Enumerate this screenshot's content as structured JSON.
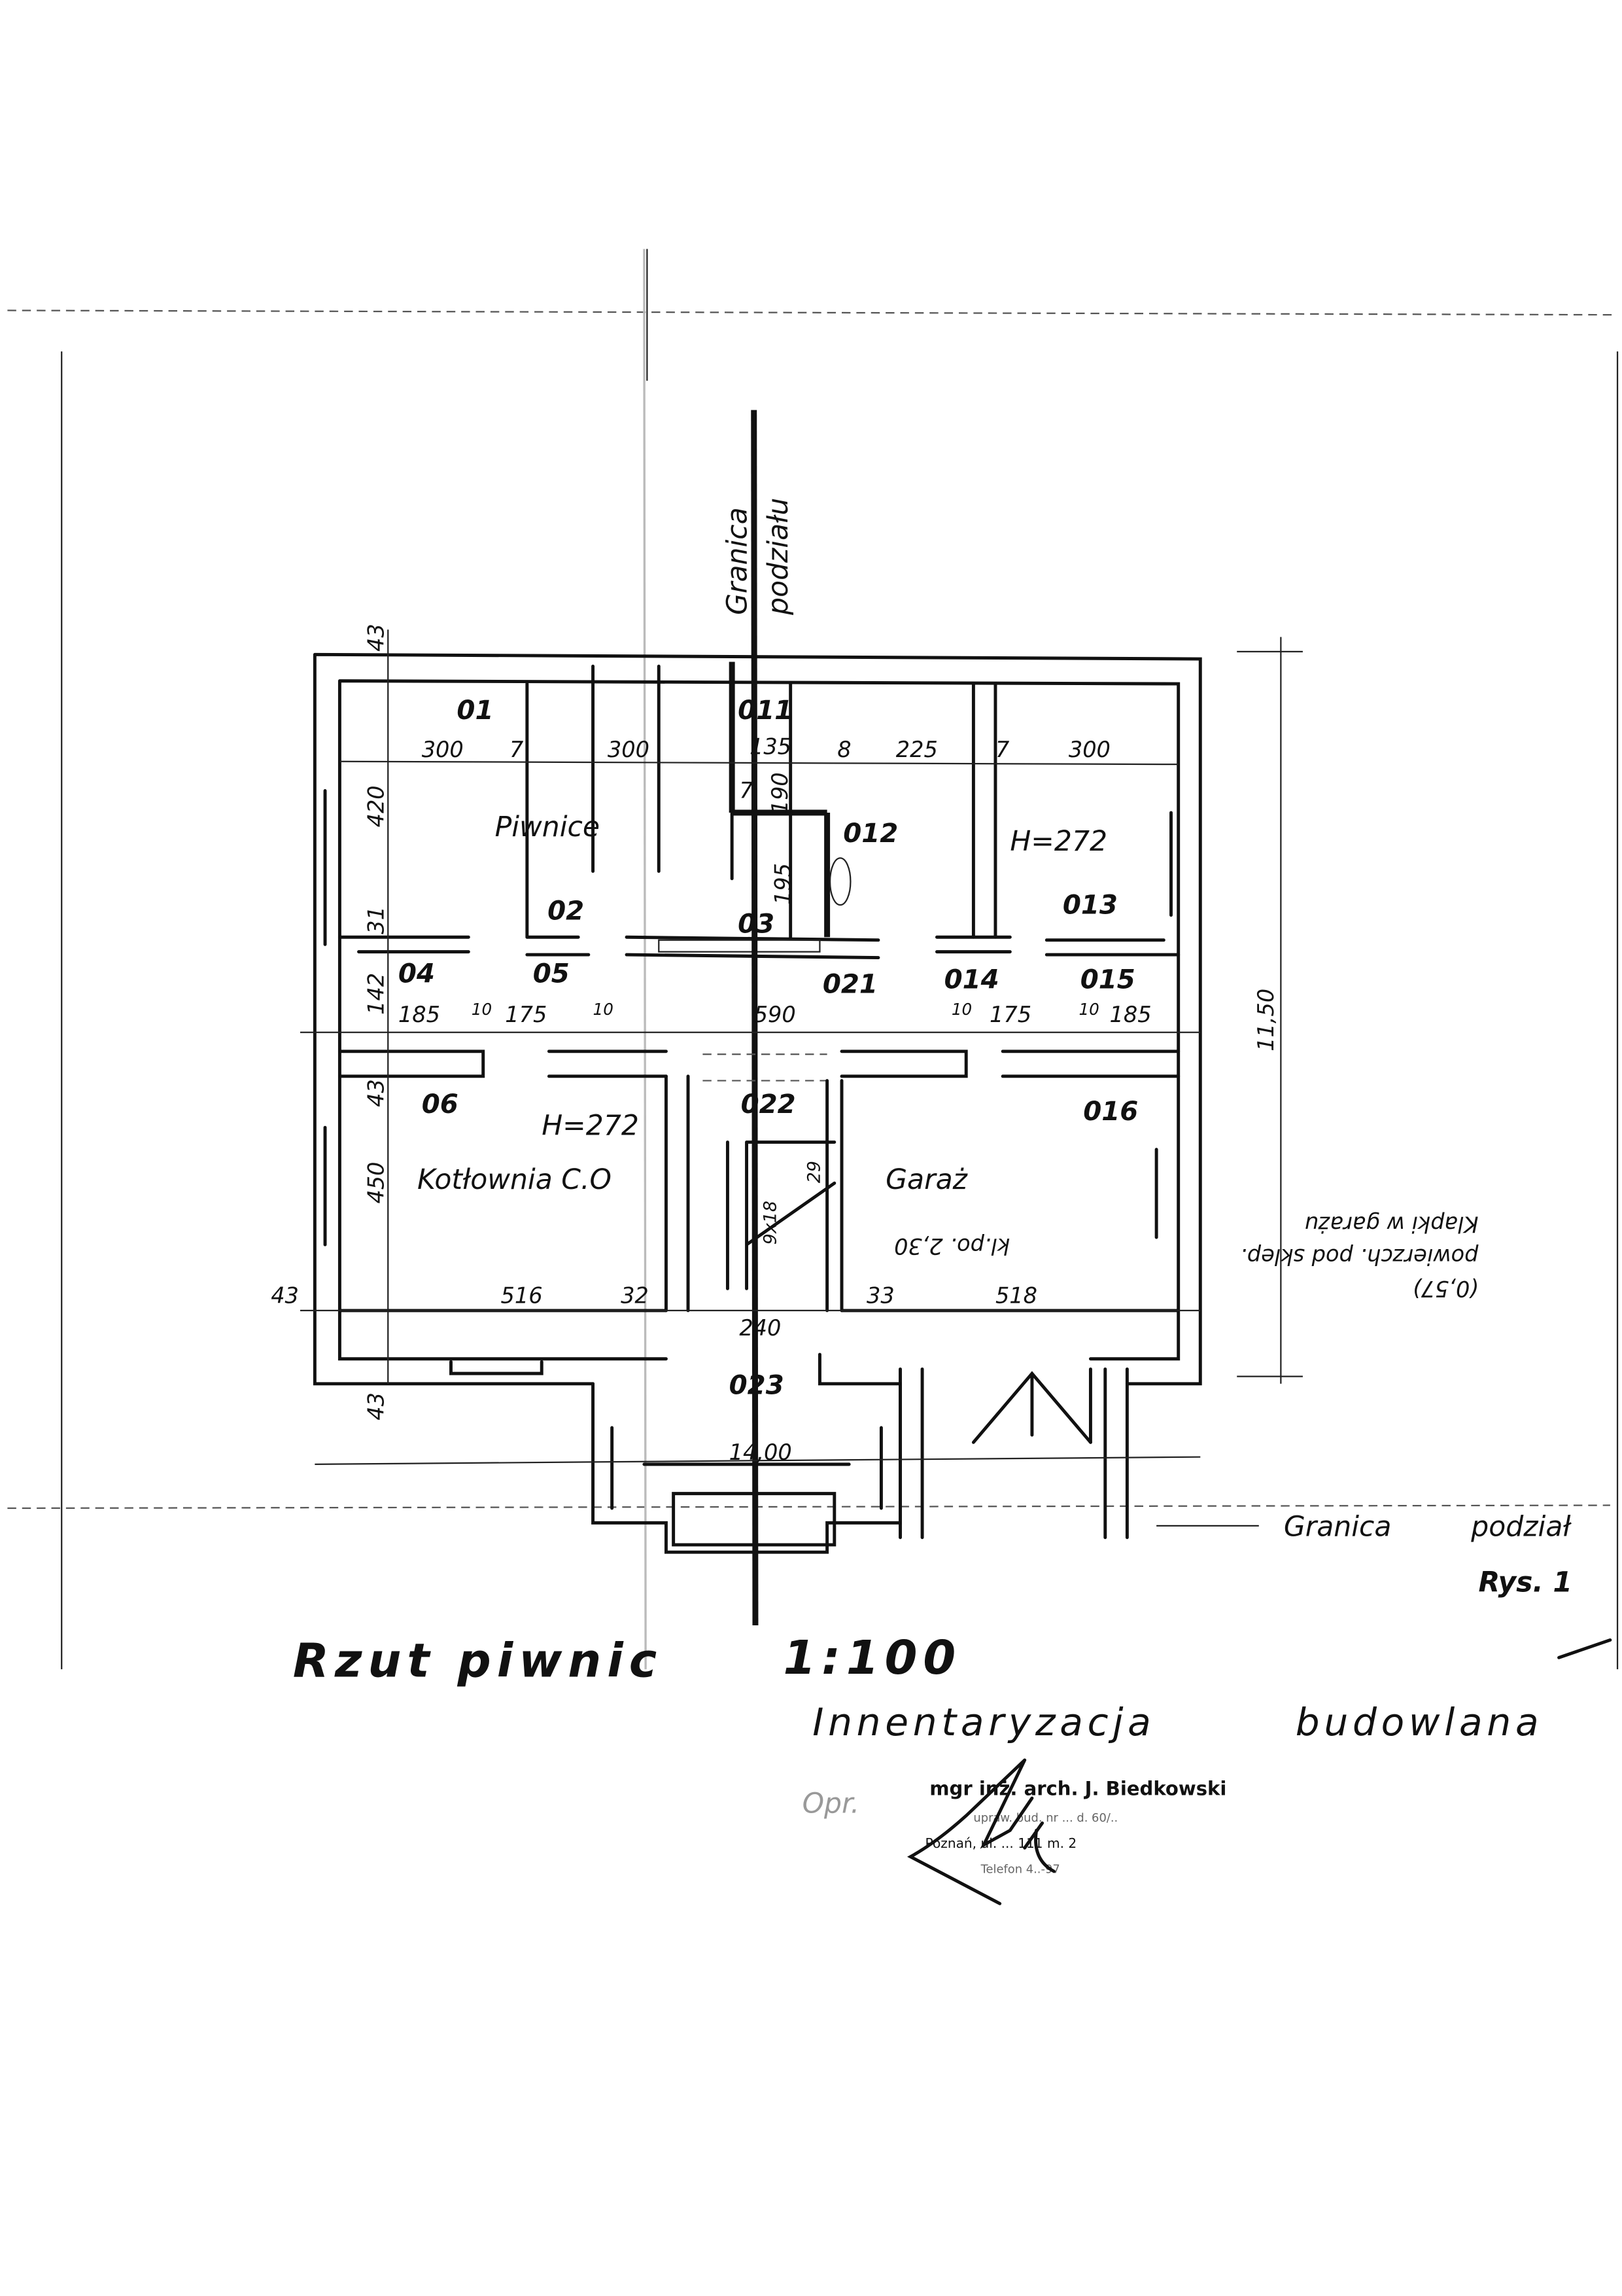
{
  "title": "Rzut piwnic",
  "scale": "1:100",
  "subtitle_1": "Innentaryzacja",
  "subtitle_2": "budowlana",
  "drawing_number": "Rys. 1",
  "prepared_by_label": "Opr.",
  "stamp": {
    "line1": "mgr inż. arch. J. Biedkowski",
    "line2": "upraw. bud. nr ... d. 60/..",
    "line3": "Poznań, ul. ... 111 m. 2",
    "line4": "Telefon 4..-97"
  },
  "boundary": {
    "vertical_label_1": "Granica",
    "vertical_label_2": "podziału",
    "legend_label_1": "Granica",
    "legend_label_2": "podział"
  },
  "note_upside_down": {
    "line1": "Klapki w garażu",
    "line2": "powierzch. pod sklep.",
    "line3": "(0,57)"
  },
  "rooms": {
    "r01": "01",
    "r011": "011",
    "r012": "012",
    "r013": "013",
    "r02": "02",
    "r03": "03",
    "r04": "04",
    "r05": "05",
    "r021": "021",
    "r014": "014",
    "r015": "015",
    "r06": "06",
    "r022": "022",
    "r016": "016",
    "r023": "023",
    "piwnice": "Piwnice",
    "kotlownia": "Kotłownia C.O",
    "garaz": "Garaż",
    "h_upper": "H=272",
    "h_lower": "H=272",
    "garage_height": "kl.po. 2,30",
    "stairs": "9x18",
    "stairs_2": "29"
  },
  "dimensions": {
    "top_row": [
      "300",
      "7",
      "300",
      "135",
      "8",
      "225",
      "7",
      "300"
    ],
    "mid_row": [
      "185",
      "10",
      "175",
      "10",
      "590",
      "10",
      "175",
      "10",
      "185"
    ],
    "bottom_row": [
      "43",
      "516",
      "32",
      "240",
      "33",
      "518"
    ],
    "vertical_left": [
      "43",
      "420",
      "31",
      "142",
      "43",
      "450",
      "43"
    ],
    "vertical_mid": [
      "190",
      "195",
      "7"
    ],
    "overall_width": "14,00",
    "overall_depth": "11,50"
  }
}
